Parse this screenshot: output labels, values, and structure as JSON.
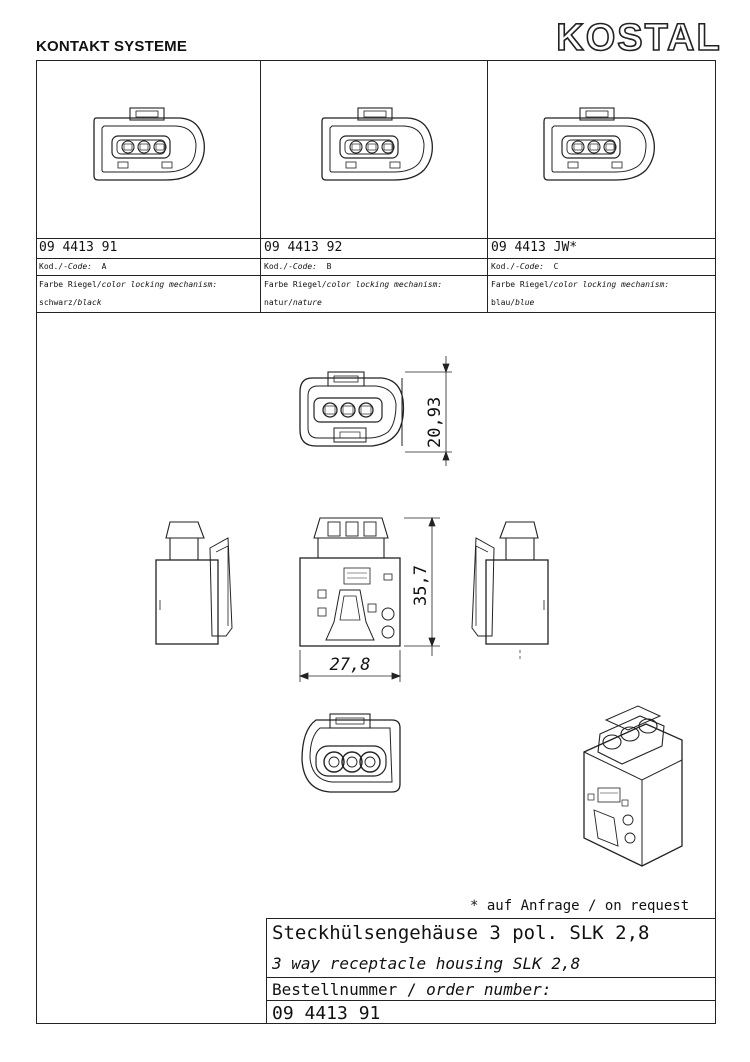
{
  "header": {
    "company": "KONTAKT SYSTEME",
    "logo_text": "KOSTAL"
  },
  "variants": [
    {
      "part_number": "09 4413 91",
      "code_label_a": "Kod./-",
      "code_label_b": "Code:",
      "code": "A",
      "color_label_a": "Farbe Riegel/",
      "color_label_b": "color locking mechanism:",
      "color_de": "schwarz/",
      "color_en": "black"
    },
    {
      "part_number": "09 4413 92",
      "code_label_a": "Kod./-",
      "code_label_b": "Code:",
      "code": "B",
      "color_label_a": "Farbe Riegel/",
      "color_label_b": "color locking mechanism:",
      "color_de": "natur/",
      "color_en": "nature"
    },
    {
      "part_number": "09 4413 JW*",
      "code_label_a": "Kod./-",
      "code_label_b": "Code:",
      "code": "C",
      "color_label_a": "Farbe Riegel/",
      "color_label_b": "color locking mechanism:",
      "color_de": "blau/",
      "color_en": "blue"
    }
  ],
  "dimensions": {
    "height_front": "20,93",
    "height_side": "35,7",
    "width": "27,8"
  },
  "note": "* auf Anfrage / on request",
  "title_block": {
    "title_de": "Steckhülsengehäuse 3 pol. SLK 2,8",
    "title_en": "3 way receptacle housing SLK 2,8",
    "order_label_de": "Bestellnummer / ",
    "order_label_en": "order number:",
    "order_number": "09 4413 91"
  }
}
